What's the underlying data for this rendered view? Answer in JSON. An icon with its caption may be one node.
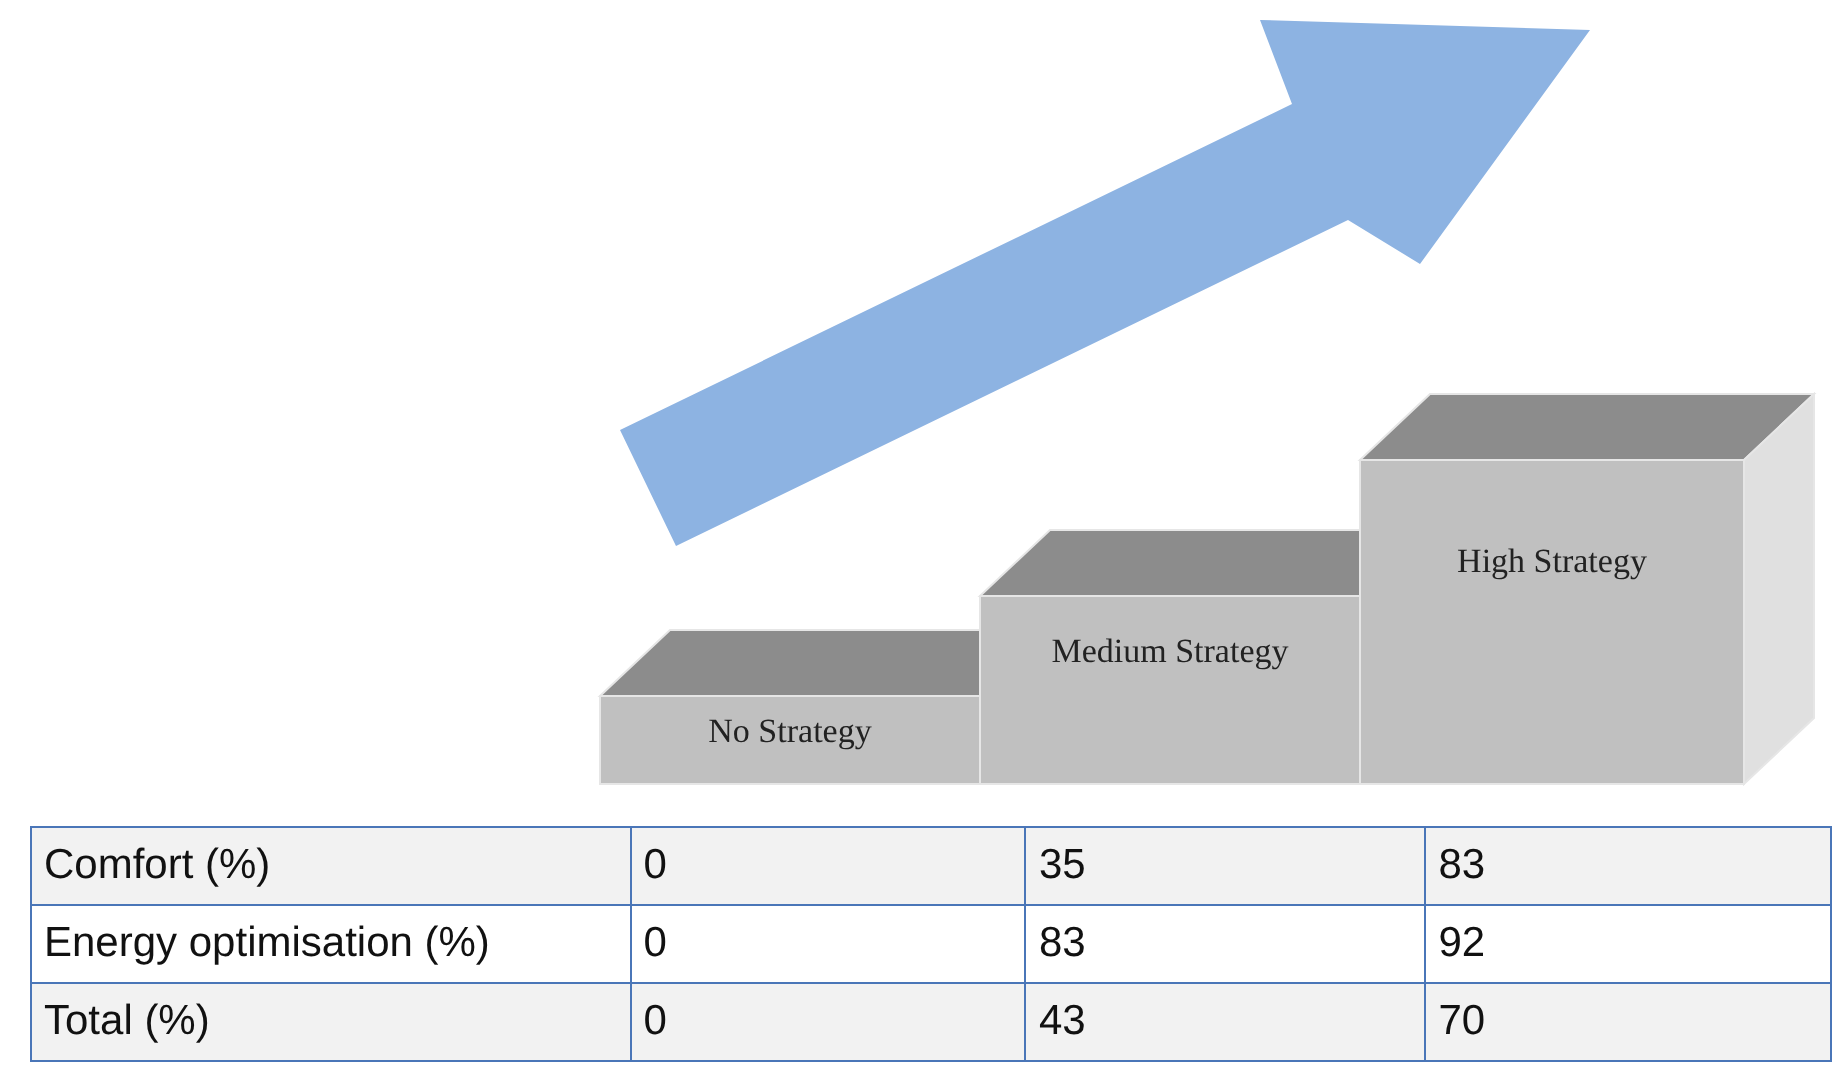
{
  "diagram": {
    "nodes": [
      {
        "text": [
          "No Strategy"
        ]
      },
      {
        "text": [
          "Medium Strategy"
        ]
      },
      {
        "text": [
          "High Strategy"
        ]
      }
    ],
    "labels": [
      "Comfort (%)",
      "0",
      "35",
      "83",
      "Energy optimisation (%)",
      "0",
      "83",
      "92",
      "Total (%)",
      "0",
      "43",
      "70"
    ]
  }
}
